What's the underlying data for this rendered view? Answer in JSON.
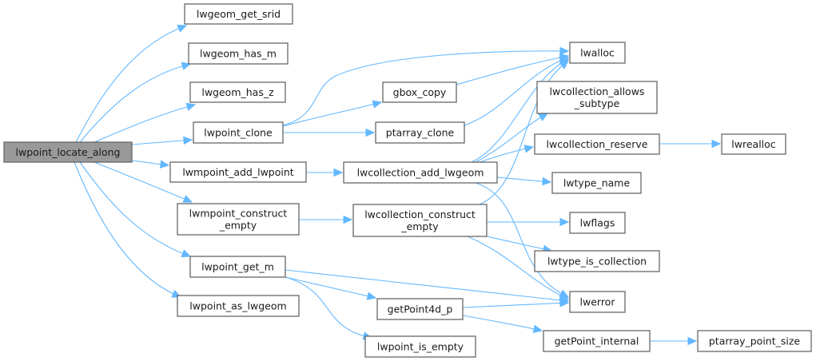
{
  "graph": {
    "type": "call-graph",
    "root": "lwpoint_locate_along",
    "colors": {
      "edge": "#63b8ff",
      "root_fill": "#999999",
      "node_fill": "#ffffff",
      "border": "#666666"
    },
    "nodes": [
      {
        "id": "lwpoint_locate_along",
        "lines": [
          "lwpoint_locate_along"
        ],
        "root": true
      },
      {
        "id": "lwgeom_get_srid",
        "lines": [
          "lwgeom_get_srid"
        ]
      },
      {
        "id": "lwgeom_has_m",
        "lines": [
          "lwgeom_has_m"
        ]
      },
      {
        "id": "lwgeom_has_z",
        "lines": [
          "lwgeom_has_z"
        ]
      },
      {
        "id": "lwpoint_clone",
        "lines": [
          "lwpoint_clone"
        ]
      },
      {
        "id": "lwmpoint_add_lwpoint",
        "lines": [
          "lwmpoint_add_lwpoint"
        ]
      },
      {
        "id": "lwmpoint_construct_empty",
        "lines": [
          "lwmpoint_construct",
          "_empty"
        ]
      },
      {
        "id": "lwpoint_get_m",
        "lines": [
          "lwpoint_get_m"
        ]
      },
      {
        "id": "lwpoint_as_lwgeom",
        "lines": [
          "lwpoint_as_lwgeom"
        ]
      },
      {
        "id": "gbox_copy",
        "lines": [
          "gbox_copy"
        ]
      },
      {
        "id": "ptarray_clone",
        "lines": [
          "ptarray_clone"
        ]
      },
      {
        "id": "lwcollection_add_lwgeom",
        "lines": [
          "lwcollection_add_lwgeom"
        ]
      },
      {
        "id": "lwcollection_construct_empty",
        "lines": [
          "lwcollection_construct",
          "_empty"
        ]
      },
      {
        "id": "getPoint4d_p",
        "lines": [
          "getPoint4d_p"
        ]
      },
      {
        "id": "lwpoint_is_empty",
        "lines": [
          "lwpoint_is_empty"
        ]
      },
      {
        "id": "lwalloc",
        "lines": [
          "lwalloc"
        ]
      },
      {
        "id": "lwcollection_allows_subtype",
        "lines": [
          "lwcollection_allows",
          "_subtype"
        ]
      },
      {
        "id": "lwcollection_reserve",
        "lines": [
          "lwcollection_reserve"
        ]
      },
      {
        "id": "lwtype_name",
        "lines": [
          "lwtype_name"
        ]
      },
      {
        "id": "lwflags",
        "lines": [
          "lwflags"
        ]
      },
      {
        "id": "lwtype_is_collection",
        "lines": [
          "lwtype_is_collection"
        ]
      },
      {
        "id": "lwerror",
        "lines": [
          "lwerror"
        ]
      },
      {
        "id": "getPoint_internal",
        "lines": [
          "getPoint_internal"
        ]
      },
      {
        "id": "lwrealloc",
        "lines": [
          "lwrealloc"
        ]
      },
      {
        "id": "ptarray_point_size",
        "lines": [
          "ptarray_point_size"
        ]
      }
    ],
    "edges": [
      [
        "lwpoint_locate_along",
        "lwgeom_get_srid"
      ],
      [
        "lwpoint_locate_along",
        "lwgeom_has_m"
      ],
      [
        "lwpoint_locate_along",
        "lwgeom_has_z"
      ],
      [
        "lwpoint_locate_along",
        "lwpoint_clone"
      ],
      [
        "lwpoint_locate_along",
        "lwmpoint_add_lwpoint"
      ],
      [
        "lwpoint_locate_along",
        "lwmpoint_construct_empty"
      ],
      [
        "lwpoint_locate_along",
        "lwpoint_get_m"
      ],
      [
        "lwpoint_locate_along",
        "lwpoint_as_lwgeom"
      ],
      [
        "lwpoint_clone",
        "lwalloc"
      ],
      [
        "lwpoint_clone",
        "gbox_copy"
      ],
      [
        "lwpoint_clone",
        "ptarray_clone"
      ],
      [
        "gbox_copy",
        "lwalloc"
      ],
      [
        "ptarray_clone",
        "lwalloc"
      ],
      [
        "lwmpoint_add_lwpoint",
        "lwcollection_add_lwgeom"
      ],
      [
        "lwcollection_add_lwgeom",
        "lwalloc"
      ],
      [
        "lwcollection_add_lwgeom",
        "lwcollection_allows_subtype"
      ],
      [
        "lwcollection_add_lwgeom",
        "lwcollection_reserve"
      ],
      [
        "lwcollection_add_lwgeom",
        "lwtype_name"
      ],
      [
        "lwcollection_add_lwgeom",
        "lwerror"
      ],
      [
        "lwmpoint_construct_empty",
        "lwcollection_construct_empty"
      ],
      [
        "lwcollection_construct_empty",
        "lwalloc"
      ],
      [
        "lwcollection_construct_empty",
        "lwflags"
      ],
      [
        "lwcollection_construct_empty",
        "lwtype_is_collection"
      ],
      [
        "lwcollection_construct_empty",
        "lwerror"
      ],
      [
        "lwcollection_reserve",
        "lwrealloc"
      ],
      [
        "lwpoint_get_m",
        "lwerror"
      ],
      [
        "lwpoint_get_m",
        "getPoint4d_p"
      ],
      [
        "lwpoint_get_m",
        "lwpoint_is_empty"
      ],
      [
        "getPoint4d_p",
        "lwerror"
      ],
      [
        "getPoint4d_p",
        "getPoint_internal"
      ],
      [
        "getPoint_internal",
        "ptarray_point_size"
      ]
    ]
  }
}
